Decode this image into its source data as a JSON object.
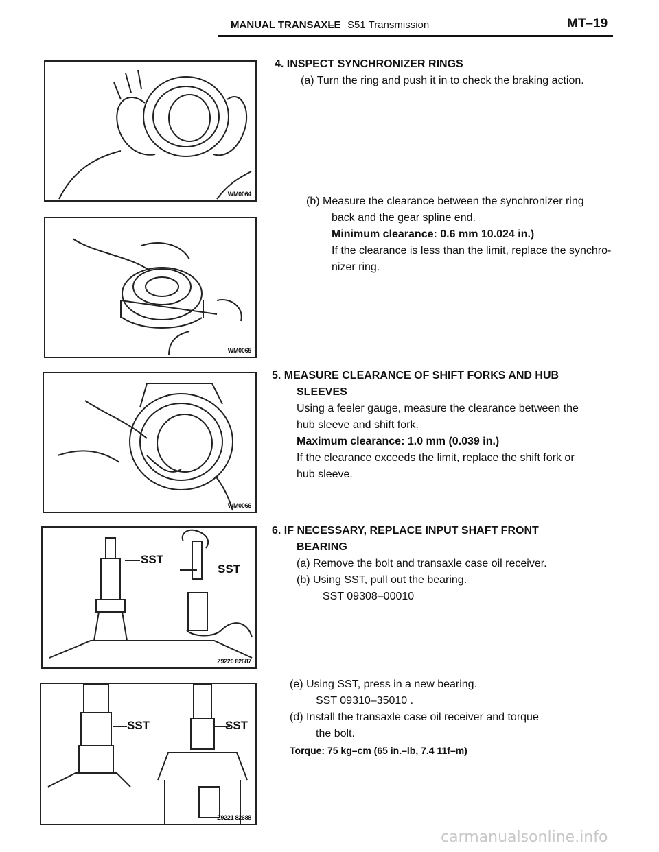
{
  "header": {
    "section": "MANUAL TRANSAXLE",
    "dash": "–",
    "subsection": "S51 Transmission",
    "page": "MT–19"
  },
  "figures": [
    {
      "code": "WM0064"
    },
    {
      "code": "WM0065"
    },
    {
      "code": "WM0066"
    },
    {
      "code": "Z9220  82687",
      "sst_labels": [
        "SST",
        "SST"
      ]
    },
    {
      "code": "Z9221  82688",
      "sst_labels": [
        "SST",
        "SST"
      ]
    }
  ],
  "step4": {
    "title": "4. INSPECT SYNCHRONIZER RINGS",
    "a": "(a) Turn the ring and push it in to check the braking action.",
    "b_line1": "(b) Measure the clearance between the synchronizer ring",
    "b_line2": "back and the gear spline end.",
    "spec": "Minimum clearance: 0.6 mm 10.024 in.)",
    "note_line1": "If the clearance is less than the limit, replace the synchro-",
    "note_line2": "nizer ring."
  },
  "step5": {
    "title_line1": "5. MEASURE CLEARANCE OF SHIFT FORKS AND HUB",
    "title_line2": "SLEEVES",
    "body_line1": "Using a feeler gauge, measure the clearance between the",
    "body_line2": "hub sleeve and shift fork.",
    "spec": "Maximum clearance: 1.0 mm (0.039 in.)",
    "note_line1": "If the clearance exceeds the limit, replace the shift fork or",
    "note_line2": "hub sleeve."
  },
  "step6": {
    "title_line1": "6. IF NECESSARY, REPLACE INPUT SHAFT FRONT",
    "title_line2": "BEARING",
    "a": "(a) Remove the bolt and transaxle case oil receiver.",
    "b": "(b) Using SST, pull out the bearing.",
    "b_sst": "SST  09308–00010",
    "e": "(e) Using SST, press in a new bearing.",
    "e_sst": "SST 09310–35010 .",
    "d_line1": "(d) Install the transaxle case oil receiver and torque",
    "d_line2": "the bolt.",
    "torque": "Torque: 75 kg–cm (65 in.–lb, 7.4 11f–m)"
  },
  "watermark": "carmanualsonline.info"
}
